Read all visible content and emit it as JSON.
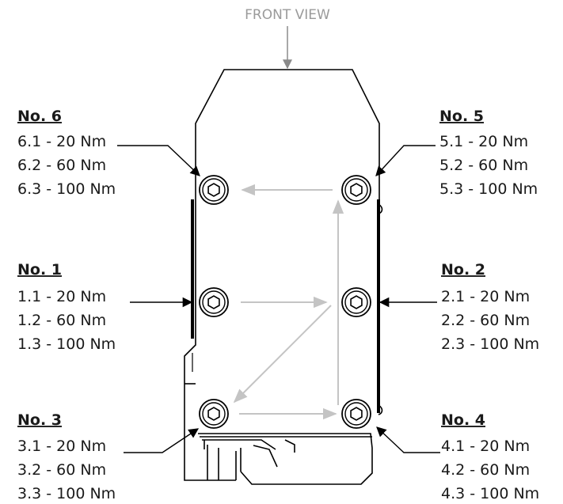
{
  "front_view_label": "FRONT VIEW",
  "bolts": [
    {
      "id": "no6",
      "header": "No. 6",
      "steps": [
        "6.1 - 20 Nm",
        "6.2 - 60 Nm",
        "6.3 - 100 Nm"
      ]
    },
    {
      "id": "no5",
      "header": "No. 5",
      "steps": [
        "5.1 - 20 Nm",
        "5.2 - 60 Nm",
        "5.3 - 100 Nm"
      ]
    },
    {
      "id": "no1",
      "header": "No. 1",
      "steps": [
        "1.1 - 20 Nm",
        "1.2 - 60 Nm",
        "1.3 - 100 Nm"
      ]
    },
    {
      "id": "no2",
      "header": "No. 2",
      "steps": [
        "2.1 - 20 Nm",
        "2.2 - 60 Nm",
        "2.3 - 100 Nm"
      ]
    },
    {
      "id": "no3",
      "header": "No. 3",
      "steps": [
        "3.1 - 20 Nm",
        "3.2 - 60 Nm",
        "3.3 - 100 Nm"
      ]
    },
    {
      "id": "no4",
      "header": "No. 4",
      "steps": [
        "4.1 - 20 Nm",
        "4.2 - 60 Nm",
        "4.3 - 100 Nm"
      ]
    }
  ],
  "colors": {
    "outline": "#000000",
    "sequence_arrow": "#c4c4c4",
    "front_view_arrow": "#8a8a8a"
  }
}
